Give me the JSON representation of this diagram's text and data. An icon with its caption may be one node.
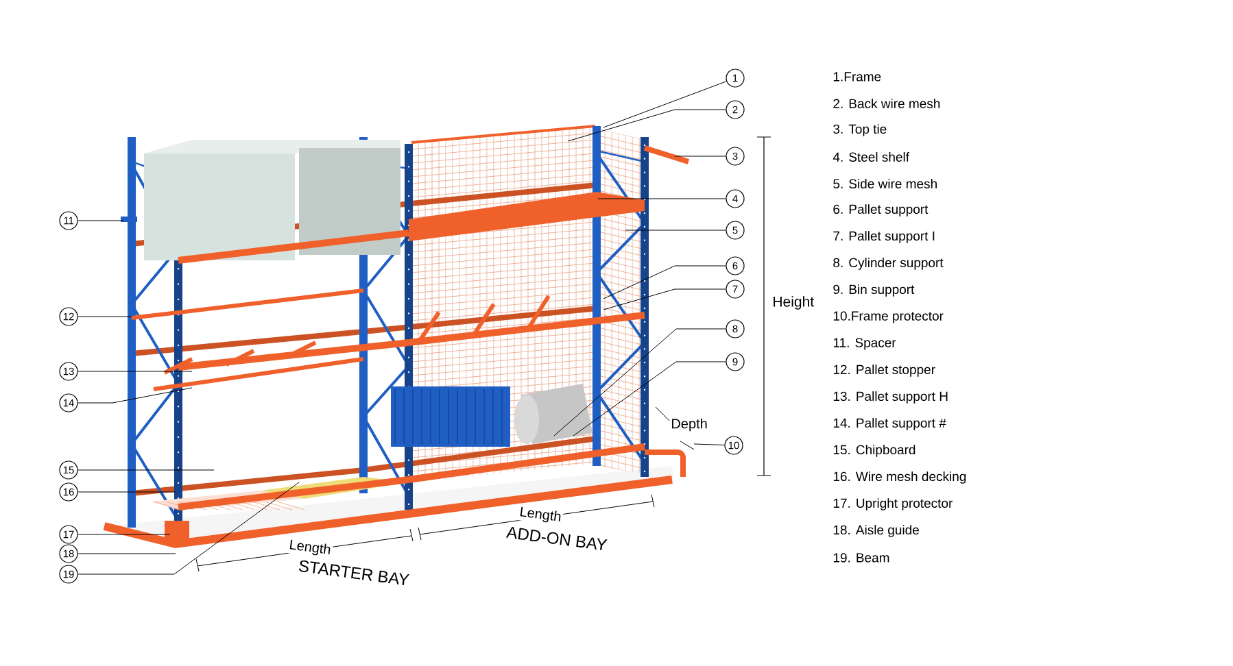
{
  "diagram": {
    "nodes": [
      {
        "text": [
          "1"
        ]
      },
      {
        "text": [
          "2"
        ]
      },
      {
        "text": [
          "3"
        ]
      },
      {
        "text": [
          "4"
        ]
      },
      {
        "text": [
          "5"
        ]
      },
      {
        "text": [
          "6"
        ]
      },
      {
        "text": [
          "7"
        ]
      },
      {
        "text": [
          "8"
        ]
      },
      {
        "text": [
          "9"
        ]
      },
      {
        "text": [
          "10"
        ]
      },
      {
        "text": [
          "11"
        ]
      },
      {
        "text": [
          "12"
        ]
      },
      {
        "text": [
          "13"
        ]
      },
      {
        "text": [
          "14"
        ]
      },
      {
        "text": [
          "15"
        ]
      },
      {
        "text": [
          "16"
        ]
      },
      {
        "text": [
          "17"
        ]
      },
      {
        "text": [
          "18"
        ]
      },
      {
        "text": [
          "19"
        ]
      }
    ],
    "edges": [
      {
        "from": 0,
        "to": null,
        "arrow": "none"
      },
      {
        "from": 1,
        "to": null,
        "arrow": "none"
      },
      {
        "from": 2,
        "to": null,
        "arrow": "none"
      },
      {
        "from": 3,
        "to": null,
        "arrow": "none"
      },
      {
        "from": 4,
        "to": null,
        "arrow": "none"
      },
      {
        "from": 5,
        "to": null,
        "arrow": "none"
      },
      {
        "from": 6,
        "to": null,
        "arrow": "none"
      },
      {
        "from": 7,
        "to": null,
        "arrow": "none"
      },
      {
        "from": 8,
        "to": null,
        "arrow": "none"
      },
      {
        "from": 9,
        "to": null,
        "arrow": "none"
      },
      {
        "from": 10,
        "to": null,
        "arrow": "none"
      },
      {
        "from": 11,
        "to": null,
        "arrow": "none"
      },
      {
        "from": 12,
        "to": null,
        "arrow": "none"
      },
      {
        "from": 13,
        "to": null,
        "arrow": "none"
      },
      {
        "from": 14,
        "to": null,
        "arrow": "none"
      },
      {
        "from": 15,
        "to": null,
        "arrow": "none"
      },
      {
        "from": 16,
        "to": null,
        "arrow": "none"
      },
      {
        "from": 17,
        "to": null,
        "arrow": "none"
      },
      {
        "from": 18,
        "to": null,
        "arrow": "none"
      }
    ],
    "labels": [
      "1.Frame",
      "2. Back wire mesh",
      "3. Top tie",
      "4. Steel shelf",
      "5. Side wire mesh",
      "6. Pallet support",
      "7. Pallet support I",
      "8. Cylinder support",
      "9. Bin support",
      "10.Frame protector",
      "11. Spacer",
      "12. Pallet stopper",
      "13. Pallet support H",
      "14. Pallet support #",
      "15. Chipboard",
      "16. Wire mesh decking",
      "17. Upright protector",
      "18. Aisle guide",
      "19. Beam",
      "Height",
      "Depth",
      "Length",
      "Length",
      "STARTER BAY",
      "ADD-ON BAY"
    ]
  }
}
